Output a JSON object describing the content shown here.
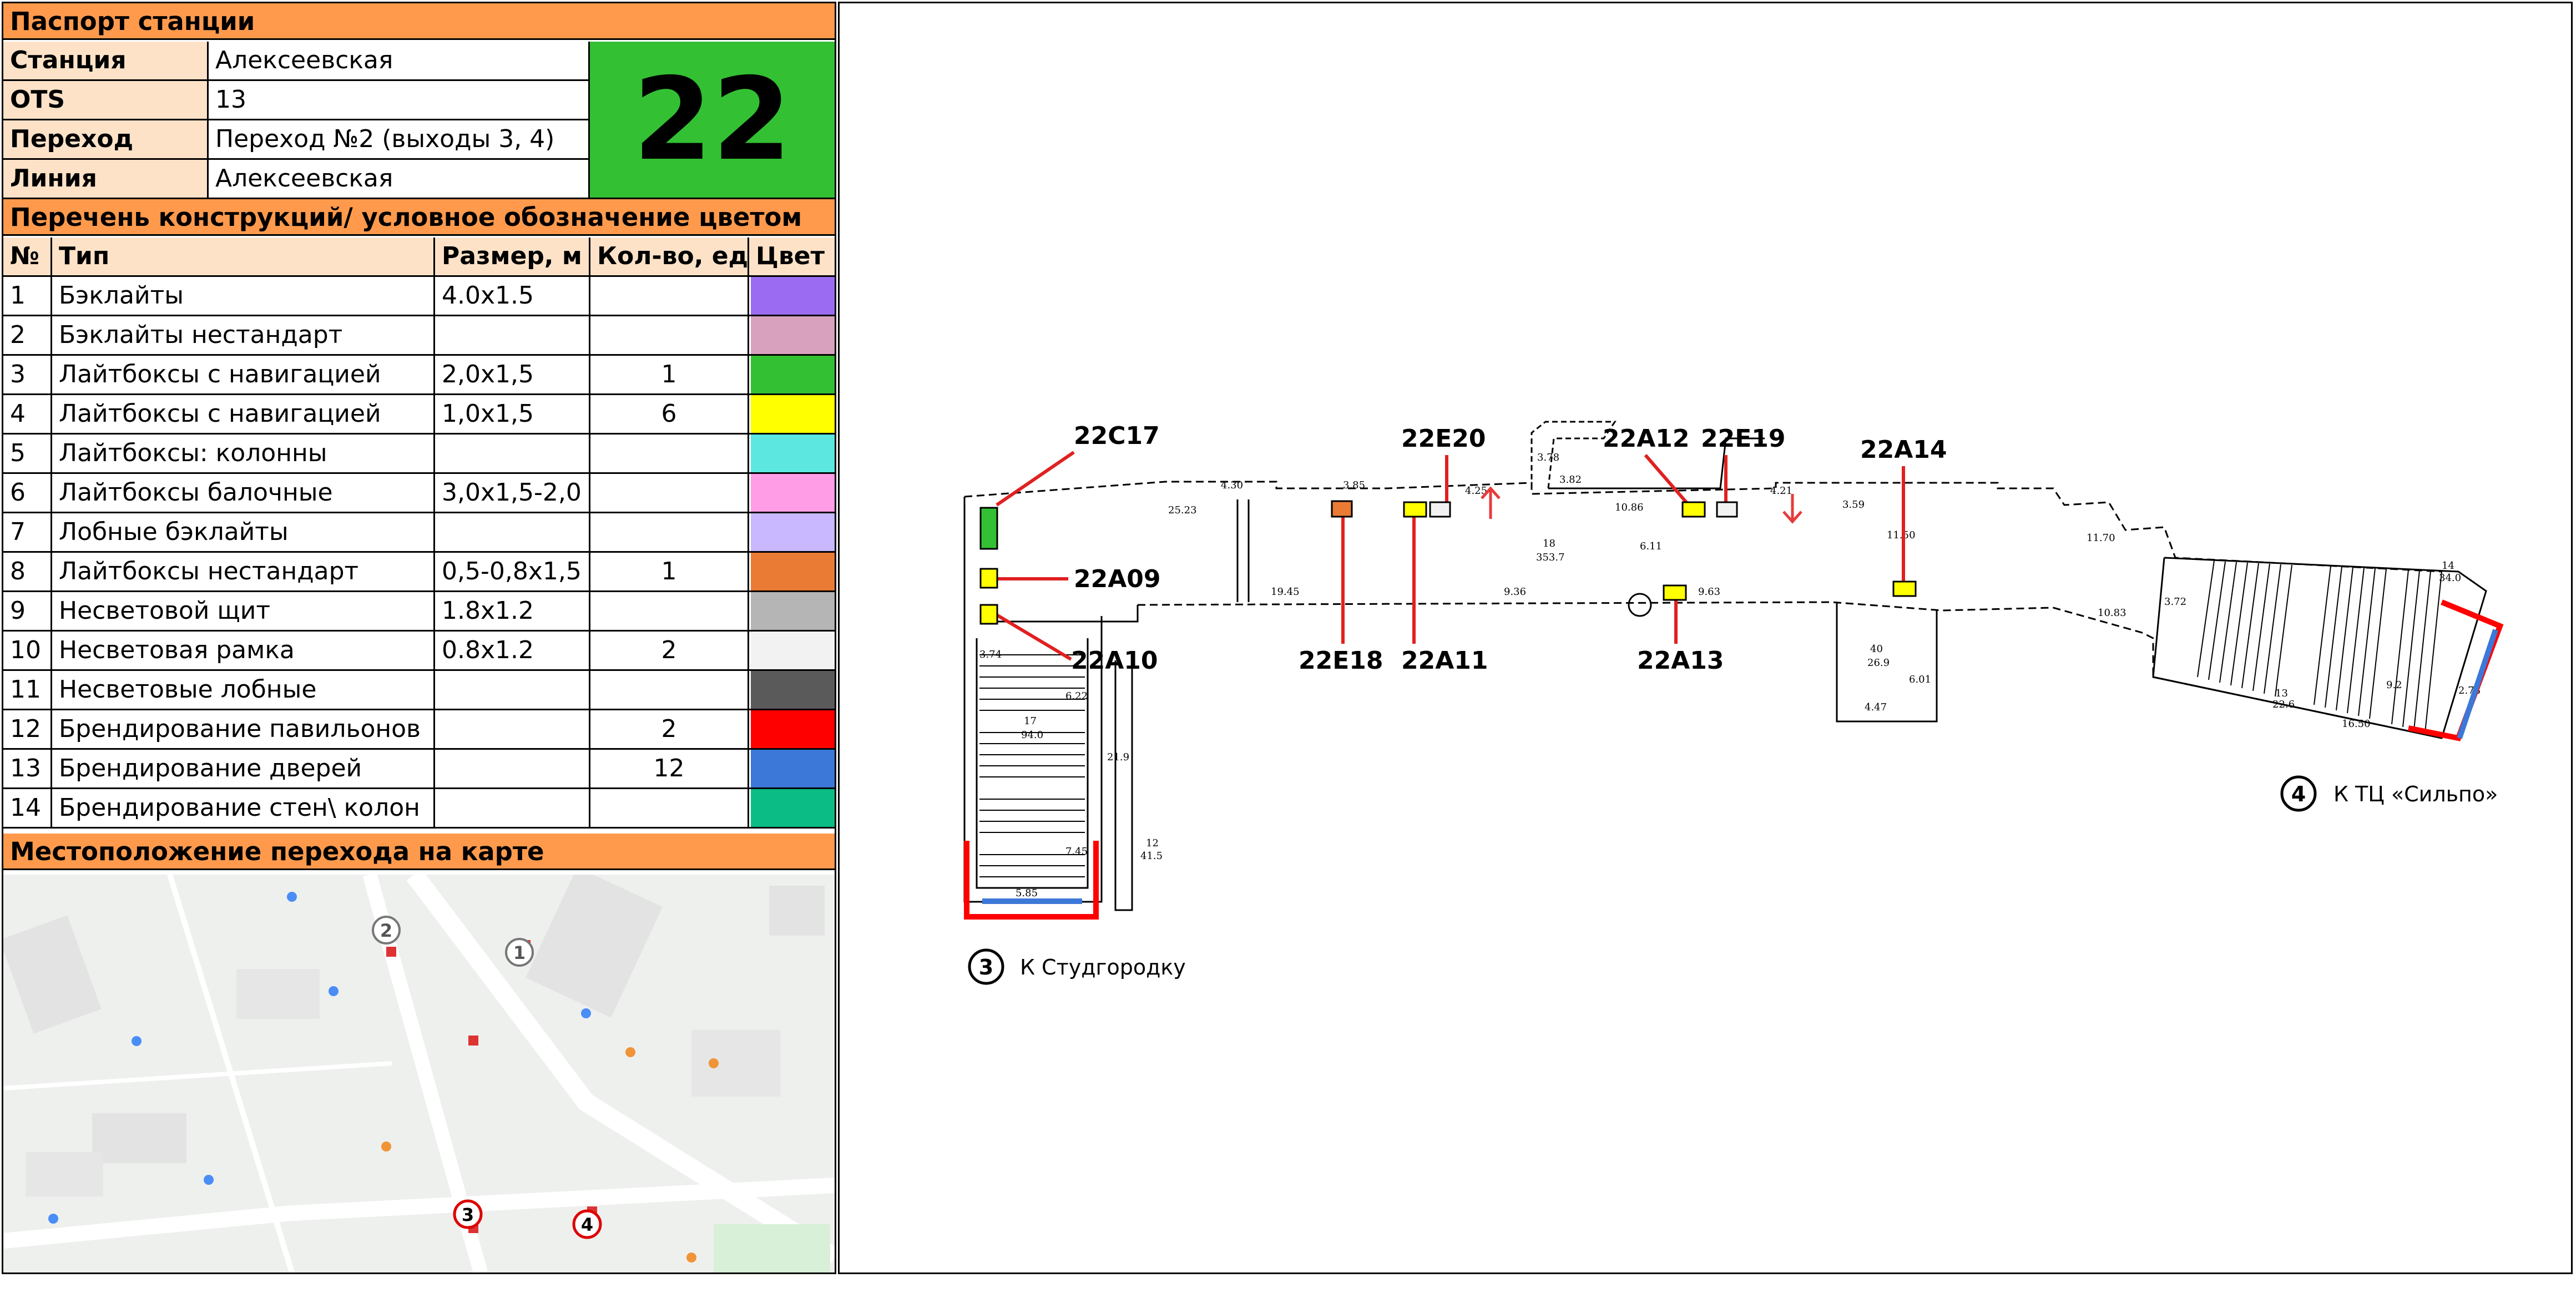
{
  "passport": {
    "title": "Паспорт станции",
    "rows": [
      {
        "label": "Станция",
        "value": "Алексеевская"
      },
      {
        "label": "OTS",
        "value": "13"
      },
      {
        "label": "Переход",
        "value": "Переход №2  (выходы 3, 4)"
      },
      {
        "label": "Линия",
        "value": "Алексеевская"
      }
    ],
    "station_number": "22",
    "station_number_color": "#33c033"
  },
  "constructions": {
    "title": "Перечень конструкций/ условное обозначение цветом",
    "headers": [
      "№",
      "Тип",
      "Размер, м",
      "Кол-во, ед.",
      "Цвет"
    ],
    "rows": [
      {
        "n": "1",
        "type": "Бэклайты",
        "size": "4.0x1.5",
        "qty": "",
        "color": "#9b6cf2"
      },
      {
        "n": "2",
        "type": "Бэклайты нестандарт",
        "size": "",
        "qty": "",
        "color": "#d8a2bf"
      },
      {
        "n": "3",
        "type": "Лайтбоксы с навигацией",
        "size": "2,0x1,5",
        "qty": "1",
        "color": "#33c033"
      },
      {
        "n": "4",
        "type": "Лайтбоксы с навигацией",
        "size": "1,0x1,5",
        "qty": "6",
        "color": "#ffff00"
      },
      {
        "n": "5",
        "type": "Лайтбоксы: колонны",
        "size": "",
        "qty": "",
        "color": "#5ce8e0"
      },
      {
        "n": "6",
        "type": "Лайтбоксы балочные",
        "size": "3,0x1,5-2,0",
        "qty": "",
        "color": "#ff9ee6"
      },
      {
        "n": "7",
        "type": "Лобные бэклайты",
        "size": "",
        "qty": "",
        "color": "#c9b7ff"
      },
      {
        "n": "8",
        "type": "Лайтбоксы нестандарт",
        "size": "0,5-0,8x1,5",
        "qty": "1",
        "color": "#ea7b35"
      },
      {
        "n": "9",
        "type": "Несветовой щит",
        "size": "1.8x1.2",
        "qty": "",
        "color": "#b5b5b5"
      },
      {
        "n": "10",
        "type": "Несветовая рамка",
        "size": "0.8x1.2",
        "qty": "2",
        "color": "#f2f2f2"
      },
      {
        "n": "11",
        "type": "Несветовые лобные",
        "size": "",
        "qty": "",
        "color": "#5a5a5a"
      },
      {
        "n": "12",
        "type": "Брендирование павильонов",
        "size": "",
        "qty": "2",
        "color": "#ff0000"
      },
      {
        "n": "13",
        "type": "Брендирование дверей",
        "size": "",
        "qty": "12",
        "color": "#3c78d8"
      },
      {
        "n": "14",
        "type": "Брендирование стен\\ колон",
        "size": "",
        "qty": "",
        "color": "#0bbd84"
      }
    ]
  },
  "map_section": {
    "title": "Местоположение перехода на карте",
    "markers": [
      "1",
      "2",
      "3",
      "4"
    ]
  },
  "plan": {
    "labels": [
      "22C17",
      "22A09",
      "22A10",
      "22E20",
      "22E18",
      "22A11",
      "22A12",
      "22E19",
      "22A13",
      "22A14"
    ],
    "exits": [
      {
        "num": "3",
        "text": "К Студгородку"
      },
      {
        "num": "4",
        "text": "К ТЦ «Сильпо»"
      }
    ],
    "dims": [
      "25.23",
      "19.45",
      "9.36",
      "9.63",
      "10.86",
      "3.82",
      "3.78",
      "4.25",
      "4.21",
      "3.59",
      "11.50",
      "11.70",
      "10.83",
      "3.72",
      "6.11",
      "18",
      "353.7",
      "40",
      "26.9",
      "6.01",
      "4.47",
      "17",
      "94.0",
      "21.9",
      "12",
      "41.5",
      "3.74",
      "6.22",
      "7.45",
      "5.85",
      "14",
      "34.0",
      "13",
      "22.6",
      "16.50",
      "2.78",
      "9.2",
      "4.30",
      "3.85"
    ]
  }
}
